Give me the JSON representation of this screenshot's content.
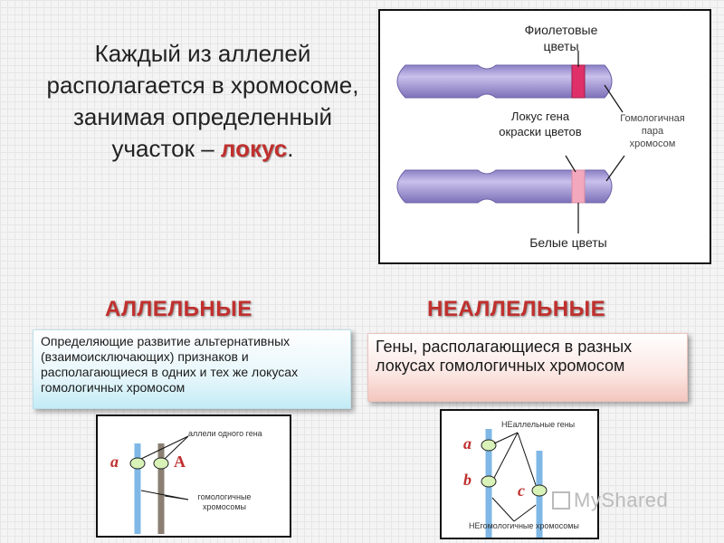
{
  "intro": {
    "text": "Каждый из аллелей располагается в хромосоме, занимая определенный участок –",
    "locus_word": "локус",
    "period": "."
  },
  "top_figure": {
    "label_violet": "Фиолетовые цветы",
    "label_locus": "Локус гена окраски цветов",
    "label_homologous": "Гомологичная пара хромосом",
    "label_white": "Белые цветы",
    "colors": {
      "chromosome": "#a99ed6",
      "violet_band": "#e0306a",
      "white_band": "#f3a8bd"
    }
  },
  "allelic": {
    "heading": "АЛЛЕЛЬНЫЕ",
    "definition": "Определяющие развитие альтернативных (взаимоисключающих) признаков и располагающиеся в одних и тех же локусах гомологичных хромосом",
    "figure": {
      "label_alleles": "аллели одного гена",
      "allele_a": "a",
      "allele_A": "A",
      "label_homologous": "гомологичные хромосомы"
    }
  },
  "nonallelic": {
    "heading": "НЕАЛЛЕЛЬНЫЕ",
    "definition": "Гены, располагающиеся в разных локусах гомологичных хромосом",
    "figure": {
      "label_nonallelic": "НЕаллельные гены",
      "gene_a": "a",
      "gene_b": "b",
      "gene_c": "c",
      "label_nonhomologous": "НЕгомологичные хромосомы"
    }
  },
  "watermark": "MyShared",
  "colors": {
    "heading_red": "#c0302e",
    "allele_red": "#c0302e",
    "line_blue": "#7fb8e6",
    "line_brown": "#8a7f72"
  }
}
